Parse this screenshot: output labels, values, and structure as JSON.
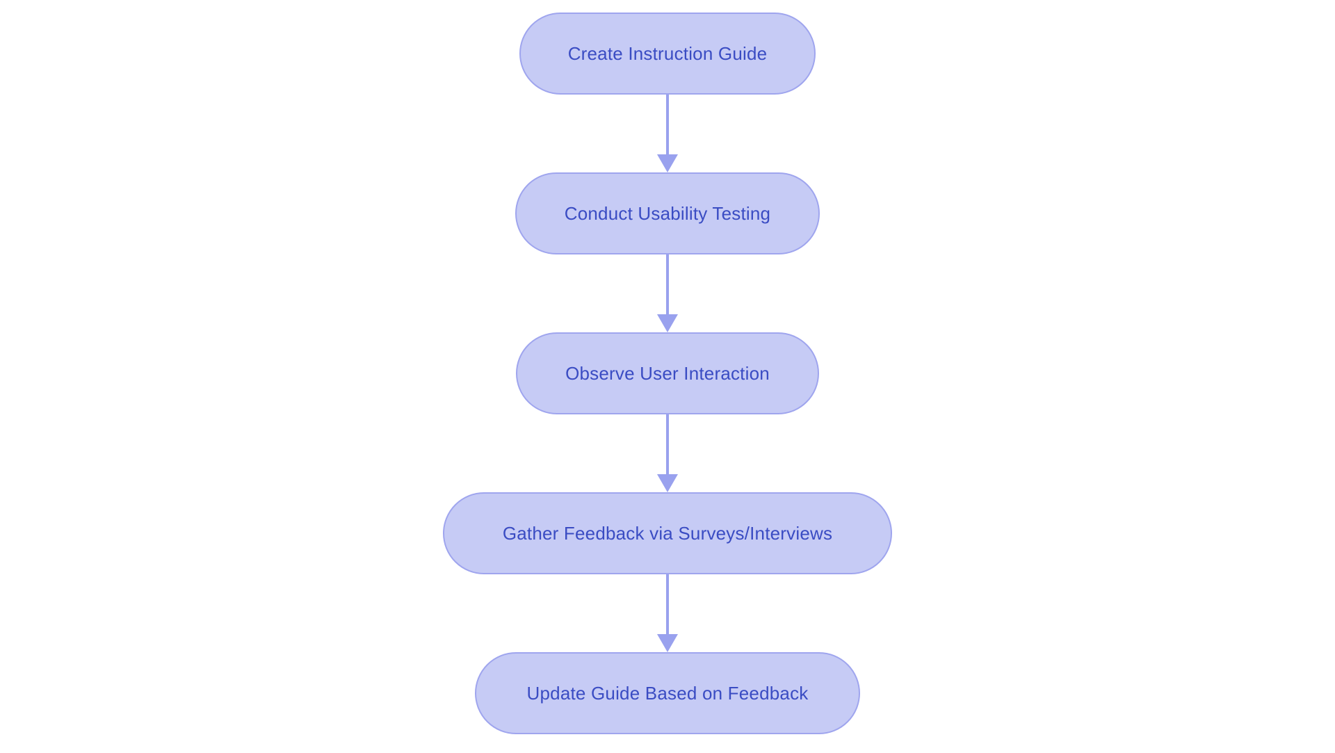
{
  "diagram": {
    "type": "flowchart",
    "direction": "top-to-bottom",
    "nodes": [
      {
        "label": "Create Instruction Guide"
      },
      {
        "label": "Conduct Usability Testing"
      },
      {
        "label": "Observe User Interaction"
      },
      {
        "label": "Gather Feedback via Surveys/Interviews"
      },
      {
        "label": "Update Guide Based on Feedback"
      }
    ],
    "edges": [
      {
        "from": "Create Instruction Guide",
        "to": "Conduct Usability Testing"
      },
      {
        "from": "Conduct Usability Testing",
        "to": "Observe User Interaction"
      },
      {
        "from": "Observe User Interaction",
        "to": "Gather Feedback via Surveys/Interviews"
      },
      {
        "from": "Gather Feedback via Surveys/Interviews",
        "to": "Update Guide Based on Feedback"
      }
    ],
    "colors": {
      "background": "#ffffff",
      "node_fill": "#c6cbf5",
      "node_border": "#9fa5ee",
      "node_text": "#3a4cc3",
      "arrow": "#99a1ee"
    }
  }
}
